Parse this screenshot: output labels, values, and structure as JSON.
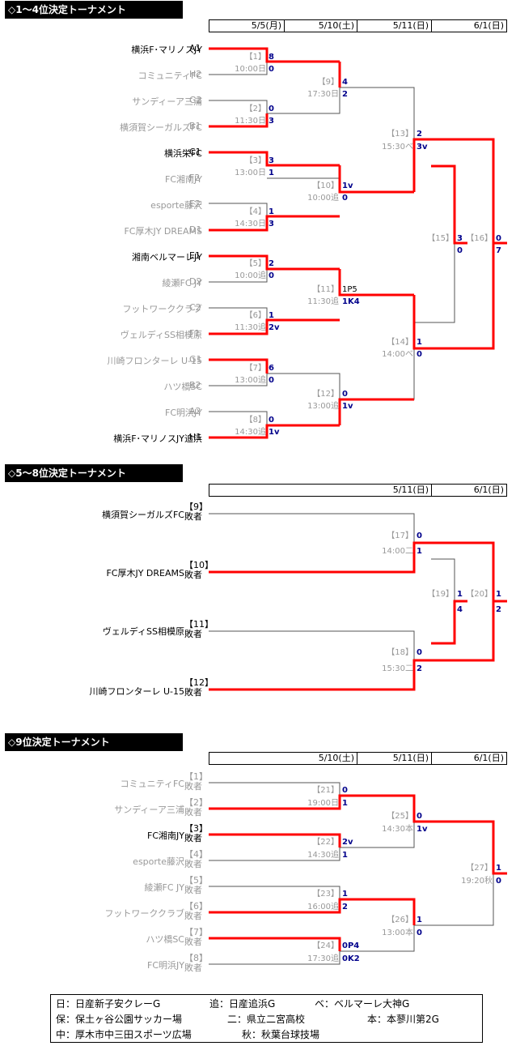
{
  "sections": [
    {
      "title": "◇1～4位決定トーナメント",
      "dates": [
        "5/5(月)",
        "5/10(土)",
        "5/11(日)",
        "6/1(日)"
      ]
    },
    {
      "title": "◇5～8位決定トーナメント",
      "dates": [
        "5/11(日)",
        "6/1(日)"
      ]
    },
    {
      "title": "◇9位決定トーナメント",
      "dates": [
        "5/10(土)",
        "5/11(日)",
        "6/1(日)"
      ]
    }
  ],
  "t1": {
    "teams": [
      {
        "name": "横浜F･マリノスJY",
        "seed": "A1",
        "dim": false
      },
      {
        "name": "コミュニティFC",
        "seed": "H2",
        "dim": true
      },
      {
        "name": "サンディーア三浦",
        "seed": "G2",
        "dim": true
      },
      {
        "name": "横須賀シーガルズFC",
        "seed": "B1",
        "dim": true
      },
      {
        "name": "横浜栄FC",
        "seed": "C1",
        "dim": false
      },
      {
        "name": "FC湘南JY",
        "seed": "F2",
        "dim": true
      },
      {
        "name": "esporte藤沢",
        "seed": "E2",
        "dim": true
      },
      {
        "name": "FC厚木JY DREAMS",
        "seed": "D1",
        "dim": true
      },
      {
        "name": "湘南ベルマーレJY",
        "seed": "E1",
        "dim": false
      },
      {
        "name": "綾瀬FC JY",
        "seed": "D2",
        "dim": true
      },
      {
        "name": "フットワーククラブ",
        "seed": "C2",
        "dim": true
      },
      {
        "name": "ヴェルディSS相模原",
        "seed": "F1",
        "dim": true
      },
      {
        "name": "川崎フロンターレ U-15",
        "seed": "G1",
        "dim": true
      },
      {
        "name": "ハツ橋SC",
        "seed": "B2",
        "dim": true
      },
      {
        "name": "FC明浜JY",
        "seed": "A2",
        "dim": true
      },
      {
        "name": "横浜F･マリノスJY追浜",
        "seed": "H1",
        "dim": false
      }
    ],
    "matches": [
      {
        "no": "【1】",
        "time": "10:00日",
        "s1": "8",
        "s2": "0"
      },
      {
        "no": "【2】",
        "time": "11:30日",
        "s1": "0",
        "s2": "3"
      },
      {
        "no": "【3】",
        "time": "13:00日",
        "s1": "3",
        "s2": "1"
      },
      {
        "no": "【4】",
        "time": "14:30日",
        "s1": "1",
        "s2": "3"
      },
      {
        "no": "【5】",
        "time": "10:00追",
        "s1": "2",
        "s2": "0"
      },
      {
        "no": "【6】",
        "time": "11:30追",
        "s1": "1",
        "s2": "2v"
      },
      {
        "no": "【7】",
        "time": "13:00追",
        "s1": "6",
        "s2": "0"
      },
      {
        "no": "【8】",
        "time": "14:30追",
        "s1": "0",
        "s2": "1v"
      },
      {
        "no": "【9】",
        "time": "17:30日",
        "s1": "4",
        "s2": "2"
      },
      {
        "no": "【10】",
        "time": "10:00追",
        "s1": "1v",
        "s2": "0"
      },
      {
        "no": "【11】",
        "time": "11:30追",
        "s1": "1P5",
        "s2": "1K4"
      },
      {
        "no": "【12】",
        "time": "13:00追",
        "s1": "0",
        "s2": "1v"
      },
      {
        "no": "【13】",
        "time": "15:30ベ",
        "s1": "2",
        "s2": "3v"
      },
      {
        "no": "【14】",
        "time": "14:00ベ",
        "s1": "1",
        "s2": "0"
      },
      {
        "no": "【15】",
        "s1": "3",
        "s2": "0"
      },
      {
        "no": "【16】",
        "s1": "0",
        "s2": "7"
      }
    ]
  },
  "t2": {
    "teams": [
      {
        "name": "横須賀シーガルズFC",
        "no": "【9】",
        "label": "敗者"
      },
      {
        "name": "FC厚木JY DREAMS",
        "no": "【10】",
        "label": "敗者"
      },
      {
        "name": "ヴェルディSS相模原",
        "no": "【11】",
        "label": "敗者"
      },
      {
        "name": "川崎フロンターレ U-15",
        "no": "【12】",
        "label": "敗者"
      }
    ],
    "matches": [
      {
        "no": "【17】",
        "time": "14:00二",
        "s1": "0",
        "s2": "1"
      },
      {
        "no": "【18】",
        "time": "15:30二",
        "s1": "0",
        "s2": "2"
      },
      {
        "no": "【19】",
        "s1": "1",
        "s2": "4"
      },
      {
        "no": "【20】",
        "s1": "1",
        "s2": "2"
      }
    ]
  },
  "t3": {
    "teams": [
      {
        "name": "コミュニティFC",
        "no": "【1】",
        "label": "敗者",
        "dim": true
      },
      {
        "name": "サンディーア三浦",
        "no": "【2】",
        "label": "敗者",
        "dim": true
      },
      {
        "name": "FC湘南JY",
        "no": "【3】",
        "label": "敗者",
        "dim": false
      },
      {
        "name": "esporte藤沢",
        "no": "【4】",
        "label": "敗者",
        "dim": true
      },
      {
        "name": "綾瀬FC JY",
        "no": "【5】",
        "label": "敗者",
        "dim": true
      },
      {
        "name": "フットワーククラブ",
        "no": "【6】",
        "label": "敗者",
        "dim": true
      },
      {
        "name": "ハツ橋SC",
        "no": "【7】",
        "label": "敗者",
        "dim": true
      },
      {
        "name": "FC明浜JY",
        "no": "【8】",
        "label": "敗者",
        "dim": true
      }
    ],
    "matches": [
      {
        "no": "【21】",
        "time": "19:00日",
        "s1": "0",
        "s2": "1"
      },
      {
        "no": "【22】",
        "time": "14:30追",
        "s1": "2v",
        "s2": "1"
      },
      {
        "no": "【23】",
        "time": "16:00追",
        "s1": "1",
        "s2": "2"
      },
      {
        "no": "【24】",
        "time": "17:30追",
        "s1": "0P4",
        "s2": "0K2"
      },
      {
        "no": "【25】",
        "time": "14:30本",
        "s1": "0",
        "s2": "1v"
      },
      {
        "no": "【26】",
        "time": "13:00本",
        "s1": "1",
        "s2": "0"
      },
      {
        "no": "【27】",
        "time": "19:20秋",
        "s1": "1",
        "s2": "0"
      }
    ]
  },
  "legend": [
    [
      "日：日産新子安クレーG",
      "追：日産追浜G",
      "ベ：ベルマーレ大神G"
    ],
    [
      "保：保土ヶ谷公園サッカー場",
      "二：県立二宮高校",
      "本：本蓼川第2G"
    ],
    [
      "中：厚木市中三田スポーツ広場",
      "秋：秋葉台球技場"
    ]
  ],
  "colors": {
    "win_line": "#ff0000",
    "lose_line": "#555555",
    "score": "#00008b",
    "dim_text": "#999999"
  }
}
